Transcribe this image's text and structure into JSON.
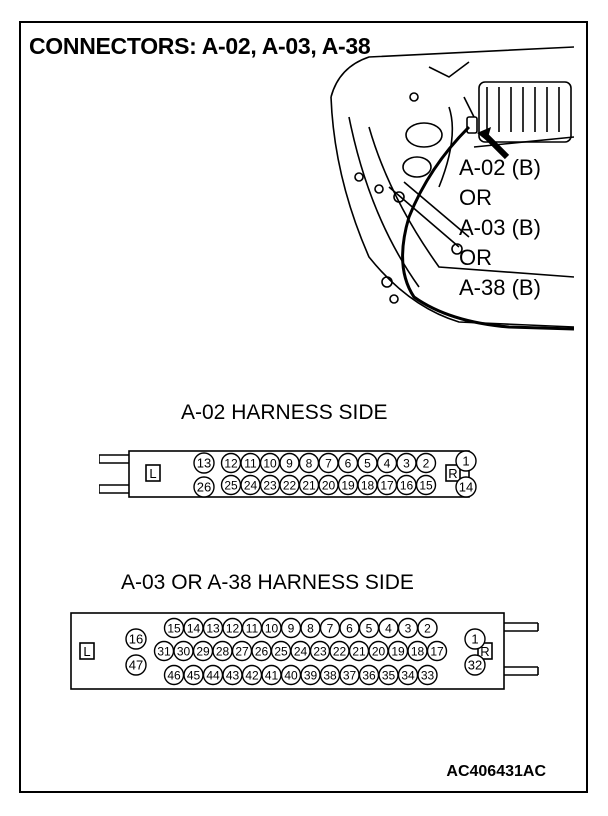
{
  "title": "CONNECTORS: A-02, A-03, A-38",
  "callout": [
    "A-02 (B)",
    "OR",
    "A-03 (B)",
    "OR",
    "A-38 (B)"
  ],
  "connector_a02": {
    "title": "A-02 HARNESS SIDE",
    "left_mark": "L",
    "right_mark": "R",
    "row1": [
      "13",
      "12",
      "11",
      "10",
      "9",
      "8",
      "7",
      "6",
      "5",
      "4",
      "3",
      "2",
      "1"
    ],
    "row2": [
      "26",
      "25",
      "24",
      "23",
      "22",
      "21",
      "20",
      "19",
      "18",
      "17",
      "16",
      "15",
      "14"
    ]
  },
  "connector_a03": {
    "title": "A-03 OR A-38 HARNESS SIDE",
    "left_mark": "L",
    "right_mark": "R",
    "left_pins": [
      "16",
      "47"
    ],
    "right_pins": [
      "1",
      "32"
    ],
    "row1": [
      "15",
      "14",
      "13",
      "12",
      "11",
      "10",
      "9",
      "8",
      "7",
      "6",
      "5",
      "4",
      "3",
      "2"
    ],
    "row2": [
      "31",
      "30",
      "29",
      "28",
      "27",
      "26",
      "25",
      "24",
      "23",
      "22",
      "21",
      "20",
      "19",
      "18",
      "17"
    ],
    "row3": [
      "46",
      "45",
      "44",
      "43",
      "42",
      "41",
      "40",
      "39",
      "38",
      "37",
      "36",
      "35",
      "34",
      "33"
    ]
  },
  "figure_code": "AC406431AC"
}
